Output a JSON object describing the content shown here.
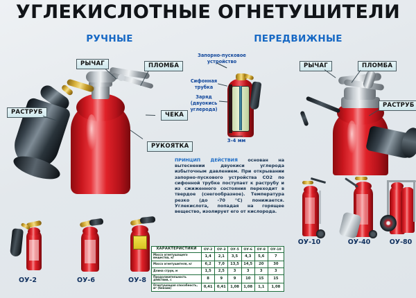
{
  "title": "УГЛЕКИСЛОТНЫЕ ОГНЕТУШИТЕЛИ",
  "sections": {
    "manual": "РУЧНЫЕ",
    "mobile": "ПЕРЕДВИЖНЫЕ"
  },
  "callouts": {
    "left": {
      "lever": "РЫЧАГ",
      "seal": "ПЛОМБА",
      "horn": "РАСТРУБ",
      "pin": "ЧЕКА",
      "handle": "РУКОЯТКА"
    },
    "right": {
      "lever": "РЫЧАГ",
      "seal": "ПЛОМБА",
      "horn": "РАСТРУБ"
    }
  },
  "cutaway": {
    "valve_line1": "Запорно-пусковое",
    "valve_line2": "устройство",
    "siphon_line1": "Сифонная",
    "siphon_line2": "трубка",
    "charge_line1": "Заряд",
    "charge_line2": "(двуокись",
    "charge_line3": "углерода)",
    "gap": "3-4 мм"
  },
  "principle": {
    "heading": "ПРИНЦИП ДЕЙСТВИЯ",
    "text": " основан на вытеснении двуокиси углерода избыточным давлением. При открывании запорно-пускового устройства СО2 по сифонной трубке поступает к раструбу и из сжиженного состояния переходит в твердое (снегообразное). Температура резко (до -70 °С) понижается. Углекислота, попадая на горящее вещество, изолирует его от кислорода."
  },
  "models": {
    "manual": [
      "ОУ-2",
      "ОУ-6",
      "ОУ-8"
    ],
    "mobile": [
      "ОУ-10",
      "ОУ-40",
      "ОУ-80"
    ]
  },
  "spec_table": {
    "corner_header": "ХАРАКТЕРИСТИКИ",
    "columns": [
      "ОУ-2",
      "ОУ-3",
      "ОУ-5",
      "ОУ-6",
      "ОУ-8",
      "ОУ-10"
    ],
    "rows": [
      {
        "label": "Масса огнетушащего вещества, кг",
        "values": [
          "1,4",
          "2,1",
          "3,5",
          "4,3",
          "5,6",
          "7"
        ]
      },
      {
        "label": "Масса огнетушителя, кг",
        "values": [
          "6,2",
          "7,0",
          "13,5",
          "14,5",
          "20",
          "30"
        ]
      },
      {
        "label": "Длина струи, м",
        "values": [
          "1,5",
          "2,5",
          "3",
          "3",
          "3",
          "3"
        ]
      },
      {
        "label": "Продолжительность действия, с",
        "values": [
          "8",
          "9",
          "9",
          "10",
          "15",
          "15"
        ]
      },
      {
        "label": "Огнетушащая способность, м² (бензин)",
        "values": [
          "0,41",
          "0,41",
          "1,08",
          "1,08",
          "1,1",
          "1,08"
        ]
      }
    ]
  },
  "colors": {
    "title": "#111418",
    "section": "#1668c4",
    "callout_bg": "#dceff3",
    "body_red": "#d4171e",
    "table_border": "#1d6b3a"
  }
}
